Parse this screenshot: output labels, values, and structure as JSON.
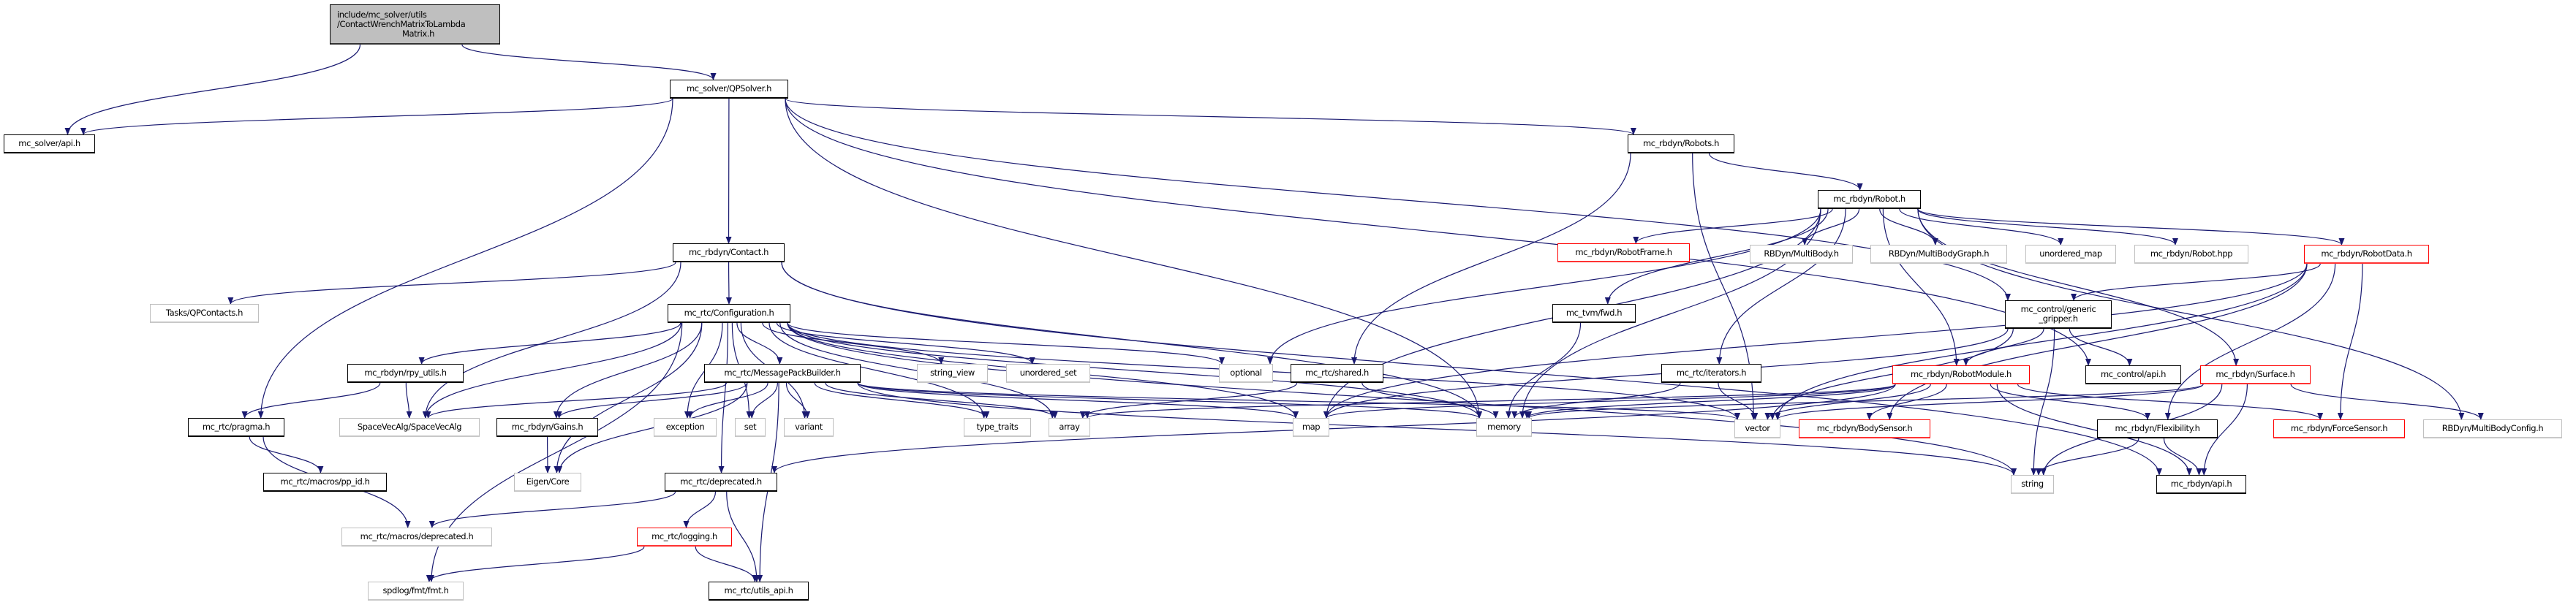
{
  "graph": {
    "title_lines": [
      "include/mc_solver/utils",
      "/ContactWrenchMatrixToLambda",
      "Matrix.h"
    ],
    "edge_color": "#191970",
    "nodes": [
      {
        "id": "root",
        "label": "include/mc_solver/utils /ContactWrenchMatrixToLambda Matrix.h",
        "kind": "root"
      },
      {
        "id": "solver_api",
        "label": "mc_solver/api.h",
        "kind": "doc"
      },
      {
        "id": "qpsolver",
        "label": "mc_solver/QPSolver.h",
        "kind": "doc"
      },
      {
        "id": "robots",
        "label": "mc_rbdyn/Robots.h",
        "kind": "doc"
      },
      {
        "id": "robot",
        "label": "mc_rbdyn/Robot.h",
        "kind": "doc"
      },
      {
        "id": "contact",
        "label": "mc_rbdyn/Contact.h",
        "kind": "doc"
      },
      {
        "id": "robotframe",
        "label": "mc_rbdyn/RobotFrame.h",
        "kind": "red"
      },
      {
        "id": "multibody",
        "label": "RBDyn/MultiBody.h",
        "kind": "ext"
      },
      {
        "id": "mbg",
        "label": "RBDyn/MultiBodyGraph.h",
        "kind": "ext"
      },
      {
        "id": "umap",
        "label": "unordered_map",
        "kind": "ext"
      },
      {
        "id": "robothpp",
        "label": "mc_rbdyn/Robot.hpp",
        "kind": "ext"
      },
      {
        "id": "robotdata",
        "label": "mc_rbdyn/RobotData.h",
        "kind": "red"
      },
      {
        "id": "qpcontacts",
        "label": "Tasks/QPContacts.h",
        "kind": "ext"
      },
      {
        "id": "config",
        "label": "mc_rtc/Configuration.h",
        "kind": "doc"
      },
      {
        "id": "tvmfwd",
        "label": "mc_tvm/fwd.h",
        "kind": "doc"
      },
      {
        "id": "gripper",
        "label": "mc_control/generic _gripper.h",
        "kind": "doc"
      },
      {
        "id": "rpy",
        "label": "mc_rbdyn/rpy_utils.h",
        "kind": "doc"
      },
      {
        "id": "mpb",
        "label": "mc_rtc/MessagePackBuilder.h",
        "kind": "doc"
      },
      {
        "id": "string_view",
        "label": "string_view",
        "kind": "ext"
      },
      {
        "id": "uset",
        "label": "unordered_set",
        "kind": "ext"
      },
      {
        "id": "optional",
        "label": "optional",
        "kind": "ext"
      },
      {
        "id": "shared",
        "label": "mc_rtc/shared.h",
        "kind": "doc"
      },
      {
        "id": "iterators",
        "label": "mc_rtc/iterators.h",
        "kind": "doc"
      },
      {
        "id": "robotmodule",
        "label": "mc_rbdyn/RobotModule.h",
        "kind": "red"
      },
      {
        "id": "control_api",
        "label": "mc_control/api.h",
        "kind": "doc"
      },
      {
        "id": "surface",
        "label": "mc_rbdyn/Surface.h",
        "kind": "red"
      },
      {
        "id": "pragma",
        "label": "mc_rtc/pragma.h",
        "kind": "doc"
      },
      {
        "id": "sva",
        "label": "SpaceVecAlg/SpaceVecAlg",
        "kind": "ext"
      },
      {
        "id": "gains",
        "label": "mc_rbdyn/Gains.h",
        "kind": "doc"
      },
      {
        "id": "exception",
        "label": "exception",
        "kind": "ext"
      },
      {
        "id": "set",
        "label": "set",
        "kind": "ext"
      },
      {
        "id": "variant",
        "label": "variant",
        "kind": "ext"
      },
      {
        "id": "type_traits",
        "label": "type_traits",
        "kind": "ext"
      },
      {
        "id": "array",
        "label": "array",
        "kind": "ext"
      },
      {
        "id": "map",
        "label": "map",
        "kind": "ext"
      },
      {
        "id": "memory",
        "label": "memory",
        "kind": "ext"
      },
      {
        "id": "vector",
        "label": "vector",
        "kind": "ext"
      },
      {
        "id": "bodysensor",
        "label": "mc_rbdyn/BodySensor.h",
        "kind": "red"
      },
      {
        "id": "flex",
        "label": "mc_rbdyn/Flexibility.h",
        "kind": "doc"
      },
      {
        "id": "forcesensor",
        "label": "mc_rbdyn/ForceSensor.h",
        "kind": "red"
      },
      {
        "id": "mbc",
        "label": "RBDyn/MultiBodyConfig.h",
        "kind": "ext"
      },
      {
        "id": "ppid",
        "label": "mc_rtc/macros/pp_id.h",
        "kind": "doc"
      },
      {
        "id": "eigen",
        "label": "Eigen/Core",
        "kind": "ext"
      },
      {
        "id": "deprecated",
        "label": "mc_rtc/deprecated.h",
        "kind": "doc"
      },
      {
        "id": "string",
        "label": "string",
        "kind": "ext"
      },
      {
        "id": "rbdyn_api",
        "label": "mc_rbdyn/api.h",
        "kind": "doc"
      },
      {
        "id": "macro_dep",
        "label": "mc_rtc/macros/deprecated.h",
        "kind": "ext"
      },
      {
        "id": "logging",
        "label": "mc_rtc/logging.h",
        "kind": "red"
      },
      {
        "id": "fmt",
        "label": "spdlog/fmt/fmt.h",
        "kind": "ext"
      },
      {
        "id": "utils_api",
        "label": "mc_rtc/utils_api.h",
        "kind": "doc"
      }
    ],
    "edges": [
      [
        "root",
        "solver_api"
      ],
      [
        "root",
        "qpsolver"
      ],
      [
        "qpsolver",
        "solver_api"
      ],
      [
        "qpsolver",
        "pragma"
      ],
      [
        "qpsolver",
        "contact"
      ],
      [
        "qpsolver",
        "memory"
      ],
      [
        "qpsolver",
        "robots"
      ],
      [
        "qpsolver",
        "gripper"
      ],
      [
        "qpsolver",
        "control_api"
      ],
      [
        "robots",
        "robot"
      ],
      [
        "robots",
        "shared"
      ],
      [
        "robots",
        "vector"
      ],
      [
        "robot",
        "robotframe"
      ],
      [
        "robot",
        "multibody"
      ],
      [
        "robot",
        "mbg"
      ],
      [
        "robot",
        "umap"
      ],
      [
        "robot",
        "robothpp"
      ],
      [
        "robot",
        "robotdata"
      ],
      [
        "robot",
        "optional"
      ],
      [
        "robot",
        "memory"
      ],
      [
        "robot",
        "tvmfwd"
      ],
      [
        "robot",
        "robotmodule"
      ],
      [
        "robot",
        "surface"
      ],
      [
        "robot",
        "mbc"
      ],
      [
        "robot",
        "iterators"
      ],
      [
        "robot",
        "map"
      ],
      [
        "contact",
        "qpcontacts"
      ],
      [
        "contact",
        "config"
      ],
      [
        "contact",
        "sva"
      ],
      [
        "contact",
        "memory"
      ],
      [
        "contact",
        "rbdyn_api"
      ],
      [
        "config",
        "rpy"
      ],
      [
        "config",
        "mpb"
      ],
      [
        "config",
        "eigen"
      ],
      [
        "config",
        "sva"
      ],
      [
        "config",
        "gains"
      ],
      [
        "config",
        "exception"
      ],
      [
        "config",
        "set"
      ],
      [
        "config",
        "variant"
      ],
      [
        "config",
        "deprecated"
      ],
      [
        "config",
        "fmt"
      ],
      [
        "config",
        "string_view"
      ],
      [
        "config",
        "uset"
      ],
      [
        "config",
        "optional"
      ],
      [
        "config",
        "type_traits"
      ],
      [
        "config",
        "array"
      ],
      [
        "config",
        "map"
      ],
      [
        "config",
        "memory"
      ],
      [
        "config",
        "vector"
      ],
      [
        "config",
        "string"
      ],
      [
        "rpy",
        "pragma"
      ],
      [
        "rpy",
        "sva"
      ],
      [
        "mpb",
        "sva"
      ],
      [
        "mpb",
        "gains"
      ],
      [
        "mpb",
        "exception"
      ],
      [
        "mpb",
        "set"
      ],
      [
        "mpb",
        "variant"
      ],
      [
        "mpb",
        "eigen"
      ],
      [
        "mpb",
        "utils_api"
      ],
      [
        "mpb",
        "type_traits"
      ],
      [
        "mpb",
        "array"
      ],
      [
        "mpb",
        "map"
      ],
      [
        "mpb",
        "memory"
      ],
      [
        "mpb",
        "vector"
      ],
      [
        "mpb",
        "string"
      ],
      [
        "pragma",
        "ppid"
      ],
      [
        "pragma",
        "macro_dep"
      ],
      [
        "gains",
        "eigen"
      ],
      [
        "deprecated",
        "macro_dep"
      ],
      [
        "deprecated",
        "logging"
      ],
      [
        "deprecated",
        "utils_api"
      ],
      [
        "logging",
        "fmt"
      ],
      [
        "logging",
        "utils_api"
      ],
      [
        "tvmfwd",
        "memory"
      ],
      [
        "shared",
        "array"
      ],
      [
        "shared",
        "memory"
      ],
      [
        "iterators",
        "memory"
      ],
      [
        "iterators",
        "vector"
      ],
      [
        "robotdata",
        "gripper"
      ],
      [
        "robotdata",
        "flex"
      ],
      [
        "robotdata",
        "forcesensor"
      ],
      [
        "robotdata",
        "vector"
      ],
      [
        "robotdata",
        "bodysensor"
      ],
      [
        "robotdata",
        "map"
      ],
      [
        "gripper",
        "robotmodule"
      ],
      [
        "gripper",
        "control_api"
      ],
      [
        "gripper",
        "string"
      ],
      [
        "gripper",
        "vector"
      ],
      [
        "gripper",
        "map"
      ],
      [
        "robotmodule",
        "bodysensor"
      ],
      [
        "robotmodule",
        "flex"
      ],
      [
        "robotmodule",
        "forcesensor"
      ],
      [
        "robotmodule",
        "rbdyn_api"
      ],
      [
        "robotmodule",
        "deprecated"
      ],
      [
        "robotmodule",
        "vector"
      ],
      [
        "robotmodule",
        "map"
      ],
      [
        "robotmodule",
        "memory"
      ],
      [
        "robotmodule",
        "array"
      ],
      [
        "surface",
        "mbc"
      ],
      [
        "surface",
        "rbdyn_api"
      ],
      [
        "surface",
        "string"
      ],
      [
        "surface",
        "vector"
      ],
      [
        "surface",
        "memory"
      ],
      [
        "flex",
        "string"
      ],
      [
        "flex",
        "rbdyn_api"
      ]
    ]
  }
}
